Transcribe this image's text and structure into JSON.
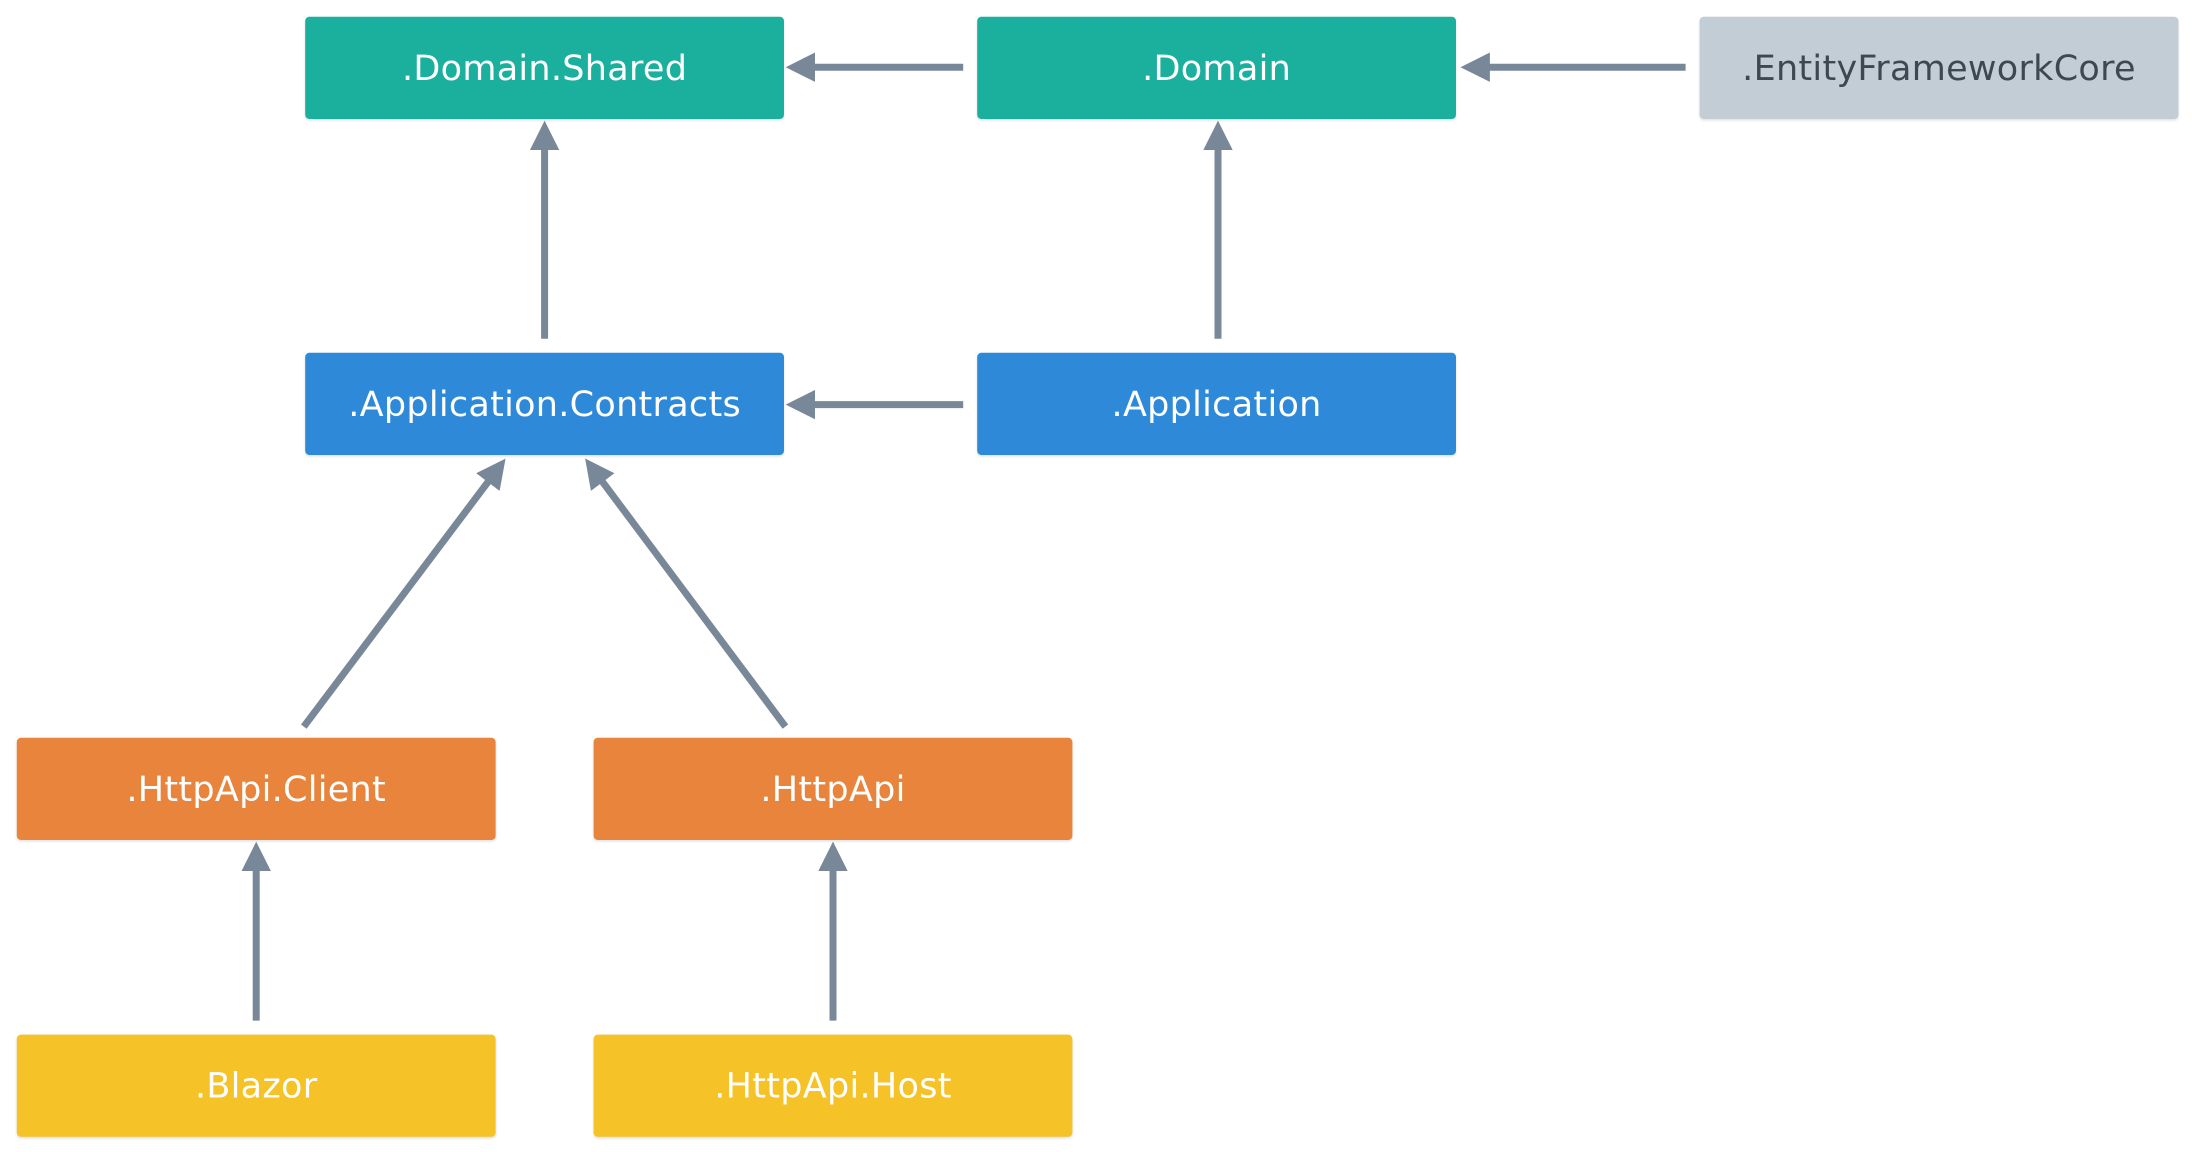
{
  "colors": {
    "domain_layer": "#1bb09e",
    "application_layer": "#2e89d9",
    "http_layer": "#e8843b",
    "host_layer": "#f5c227",
    "infrastructure_layer": "#c3cdd6",
    "edge": "#788898",
    "light_text": "#ffffff",
    "dark_text": "#3d4853"
  },
  "nodes": {
    "domain_shared": ".Domain.Shared",
    "domain": ".Domain",
    "entity_framework_core": ".EntityFrameworkCore",
    "application_contracts": ".Application.Contracts",
    "application": ".Application",
    "httpapi_client": ".HttpApi.Client",
    "httpapi": ".HttpApi",
    "blazor": ".Blazor",
    "httpapi_host": ".HttpApi.Host"
  },
  "dependencies": [
    {
      "from": "domain",
      "to": "domain_shared"
    },
    {
      "from": "entity_framework_core",
      "to": "domain"
    },
    {
      "from": "application_contracts",
      "to": "domain_shared"
    },
    {
      "from": "application",
      "to": "domain"
    },
    {
      "from": "application",
      "to": "application_contracts"
    },
    {
      "from": "httpapi_client",
      "to": "application_contracts"
    },
    {
      "from": "httpapi",
      "to": "application_contracts"
    },
    {
      "from": "blazor",
      "to": "httpapi_client"
    },
    {
      "from": "httpapi_host",
      "to": "httpapi"
    }
  ]
}
